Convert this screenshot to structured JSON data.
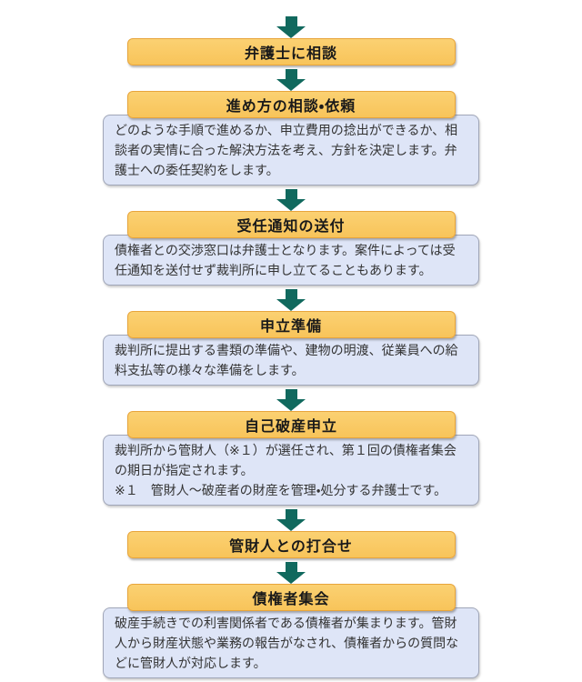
{
  "page": {
    "background": "#FFFFFF",
    "language": "ja",
    "subject": "self-bankruptcy-procedure-flowchart"
  },
  "colors": {
    "header-fill-top": "#FBD172",
    "header-fill-bottom": "#F8C45A",
    "header-border": "#E8A53C",
    "desc-fill": "#DEE5F7",
    "desc-border": "#A0A6B8",
    "arrow-color": "#11695E"
  },
  "flow": {
    "steps": [
      {
        "title": "弁護士に相談",
        "description": ""
      },
      {
        "title": "進め方の相談・依頼",
        "description": "どのような手順で進めるか、申立費用の捻出ができるか、相談者の実情に合った解決方法を考え、方針を決定します。弁護士への委任契約をします。"
      },
      {
        "title": "受任通知の送付",
        "description": "債権者との交渉窓口は弁護士となります。案件によっては受任通知を送付せず裁判所に申し立てることもあります。"
      },
      {
        "title": "申立準備",
        "description": "裁判所に提出する書類の準備や、建物の明渡、従業員への給料支払等の様々な準備をします。"
      },
      {
        "title": "自己破産申立",
        "description": "裁判所から管財人（※１）が選任され、第１回の債権者集会の期日が指定されます。\n※１　管財人～破産者の財産を管理・処分する弁護士です。"
      },
      {
        "title": "管財人との打合せ",
        "description": ""
      },
      {
        "title": "債権者集会",
        "description": "破産手続きでの利害関係者である債権者が集まります。管財人から財産状態や業務の報告がなされ、債権者からの質問などに管財人が対応します。"
      }
    ]
  }
}
